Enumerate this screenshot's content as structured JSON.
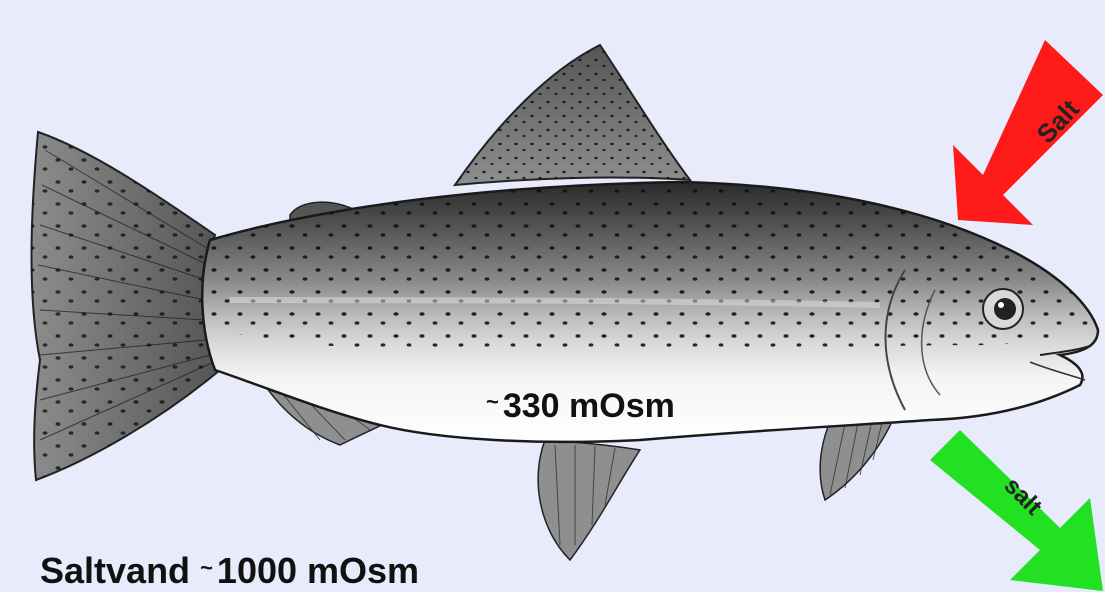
{
  "inner": {
    "tilde": "~",
    "value": "330 mOsm"
  },
  "outer": {
    "name": "Saltvand",
    "tilde": "~",
    "value": "1000 mOsm"
  },
  "arrows": {
    "in_label": "Salt",
    "in_color": "#ff1a1a",
    "out_label": "salt",
    "out_color": "#22e022"
  },
  "colors": {
    "background": "#e8ebfb"
  }
}
